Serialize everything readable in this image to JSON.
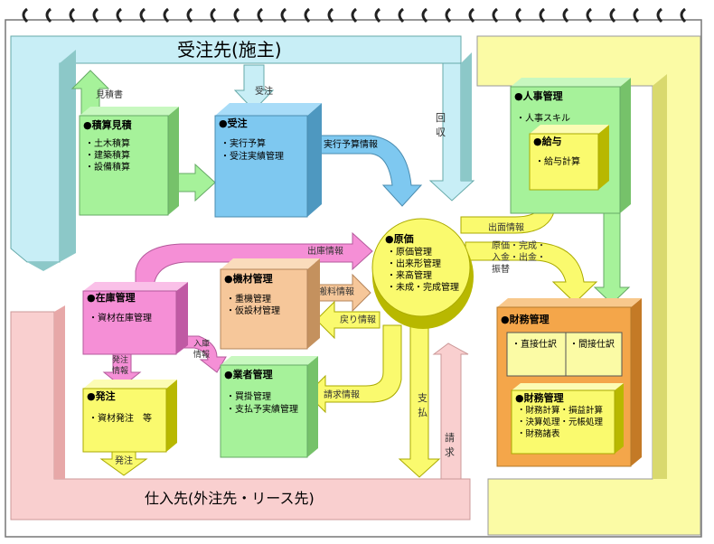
{
  "clients": {
    "title": "受注先(施主)"
  },
  "suppliers": {
    "title": "仕入先(外注先・リース先)"
  },
  "flows": {
    "estimate_doc": "見積書",
    "order": "受注",
    "collection": [
      "回",
      "収"
    ],
    "exec_budget_info": "実行予算情報",
    "shipping_info": "出庫情報",
    "shipping_info2": "出面情報",
    "cost_flow": [
      "原価・完成・",
      "入金・出金・",
      "振替"
    ],
    "material_info": "搬料情報",
    "return_info": "戻り情報",
    "receiving_info": [
      "入庫",
      "情報"
    ],
    "order_info": [
      "発注",
      "情報"
    ],
    "billing_info": "請求情報",
    "payment": [
      "支",
      "払"
    ],
    "billing": [
      "請",
      "求"
    ],
    "order_placement": "発注"
  },
  "boxes": {
    "estimate": {
      "title": "●積算見積",
      "items": [
        "・土木積算",
        "・建築積算",
        "・設備積算"
      ]
    },
    "order_received": {
      "title": "●受注",
      "items": [
        "・実行予算",
        "・受注実績管理"
      ]
    },
    "cost": {
      "title": "●原価",
      "items": [
        "・原価管理",
        "・出来形管理",
        "・来高管理",
        "・未成・完成管理"
      ]
    },
    "hr": {
      "title": "●人事管理",
      "items": [
        "・人事スキル"
      ]
    },
    "salary": {
      "title": "●給与",
      "items": [
        "・給与計算"
      ]
    },
    "equipment": {
      "title": "●機材管理",
      "items": [
        "・重機管理",
        "・仮設材管理"
      ]
    },
    "inventory": {
      "title": "●在庫管理",
      "items": [
        "・資材在庫管理"
      ]
    },
    "vendor": {
      "title": "●業者管理",
      "items": [
        "・買掛管理",
        "・支払予実績管理"
      ]
    },
    "ordering": {
      "title": "●発注",
      "items": [
        "・資材発注　等"
      ]
    },
    "finance": {
      "title": "●財務管理",
      "cells": [
        "・直接仕訳",
        "・間接仕訳"
      ]
    },
    "finance_sub": {
      "title": "●財務管理",
      "items": [
        "・財務計算・損益計算",
        "・決算処理・元帳処理",
        "・財務諸表"
      ]
    }
  },
  "colors": {
    "client_band": "#c8eef6",
    "supplier_band": "#f9cfcf",
    "right_band": "#fbfba5",
    "green_box": "#a6f29a",
    "blue_box": "#7ec8f0",
    "yellow_box": "#fafa6e",
    "orange_box": "#f4a64a",
    "pink_box": "#f58fd6",
    "tan_box": "#f6c79a"
  },
  "icons": {
    "binding": "ring-binding-icon"
  }
}
